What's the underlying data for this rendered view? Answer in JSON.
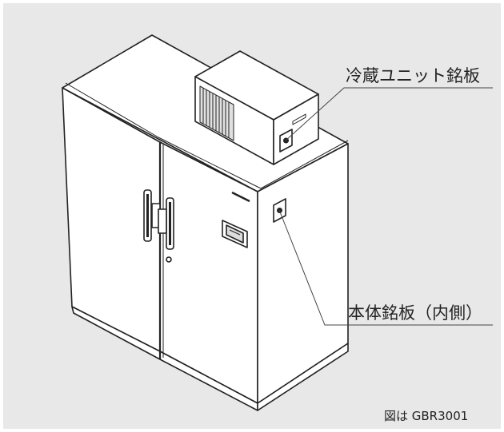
{
  "labels": {
    "cooling_unit_nameplate": "冷蔵ユニット銘板",
    "main_body_nameplate": "本体銘板（内側）",
    "figure_caption": "図は GBR3001"
  }
}
